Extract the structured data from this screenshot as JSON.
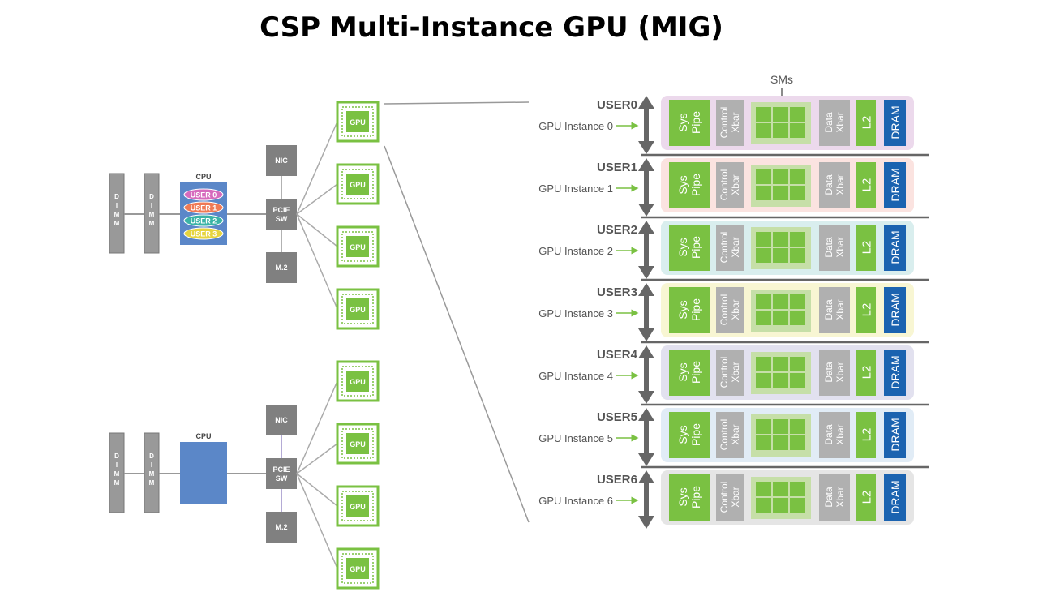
{
  "title": "CSP Multi-Instance GPU (MIG)",
  "colors": {
    "green": "#7ac142",
    "gray": "#999999",
    "darkgray": "#808080",
    "cpu_blue": "#5b87c8",
    "dram_blue": "#1b63b0",
    "arrow": "#666666"
  },
  "top_server": {
    "dimm_label": "DIMM",
    "cpu_label": "CPU",
    "users": [
      {
        "label": "USER 0",
        "color": "#d66bbd"
      },
      {
        "label": "USER 1",
        "color": "#ef7a55"
      },
      {
        "label": "USER 2",
        "color": "#3bb3a6"
      },
      {
        "label": "USER 3",
        "color": "#e6d43e"
      }
    ],
    "nic_label": "NIC",
    "pcie_label_1": "PCIE",
    "pcie_label_2": "SW",
    "m2_label": "M.2",
    "gpu_label": "GPU"
  },
  "bottom_server": {
    "dimm_label": "DIMM",
    "cpu_label": "CPU",
    "nic_label": "NIC",
    "pcie_label_1": "PCIE",
    "pcie_label_2": "SW",
    "m2_label": "M.2",
    "gpu_label": "GPU"
  },
  "sms_label": "SMs",
  "block_labels": {
    "sys_1": "Sys",
    "sys_2": "Pipe",
    "ctrl_1": "Control",
    "ctrl_2": "Xbar",
    "data_1": "Data",
    "data_2": "Xbar",
    "l2": "L2",
    "dram": "DRAM"
  },
  "instances": [
    {
      "user": "USER0",
      "name": "GPU Instance 0",
      "tint": "#ecd9ec"
    },
    {
      "user": "USER1",
      "name": "GPU Instance 1",
      "tint": "#fbe3e0"
    },
    {
      "user": "USER2",
      "name": "GPU Instance 2",
      "tint": "#d9eeee"
    },
    {
      "user": "USER3",
      "name": "GPU Instance 3",
      "tint": "#f8f6d3"
    },
    {
      "user": "USER4",
      "name": "GPU Instance 4",
      "tint": "#e2e1ef"
    },
    {
      "user": "USER5",
      "name": "GPU Instance 5",
      "tint": "#e1ecf6"
    },
    {
      "user": "USER6",
      "name": "GPU Instance 6",
      "tint": "#e5e5e5"
    }
  ]
}
